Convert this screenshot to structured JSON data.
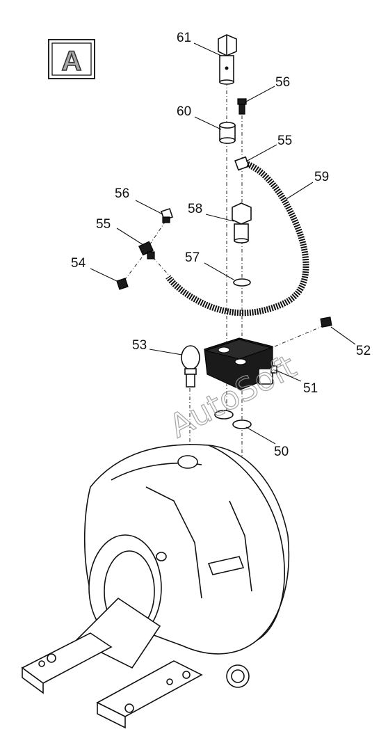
{
  "view_badge": {
    "letter": "A"
  },
  "watermark": {
    "text": "AutoSoft"
  },
  "callouts": [
    {
      "id": "c61",
      "label": "61"
    },
    {
      "id": "c56a",
      "label": "56"
    },
    {
      "id": "c60",
      "label": "60"
    },
    {
      "id": "c55a",
      "label": "55"
    },
    {
      "id": "c59",
      "label": "59"
    },
    {
      "id": "c56b",
      "label": "56"
    },
    {
      "id": "c58",
      "label": "58"
    },
    {
      "id": "c55b",
      "label": "55"
    },
    {
      "id": "c57",
      "label": "57"
    },
    {
      "id": "c54",
      "label": "54"
    },
    {
      "id": "c53",
      "label": "53"
    },
    {
      "id": "c52",
      "label": "52"
    },
    {
      "id": "c51",
      "label": "51"
    },
    {
      "id": "c50",
      "label": "50"
    }
  ]
}
